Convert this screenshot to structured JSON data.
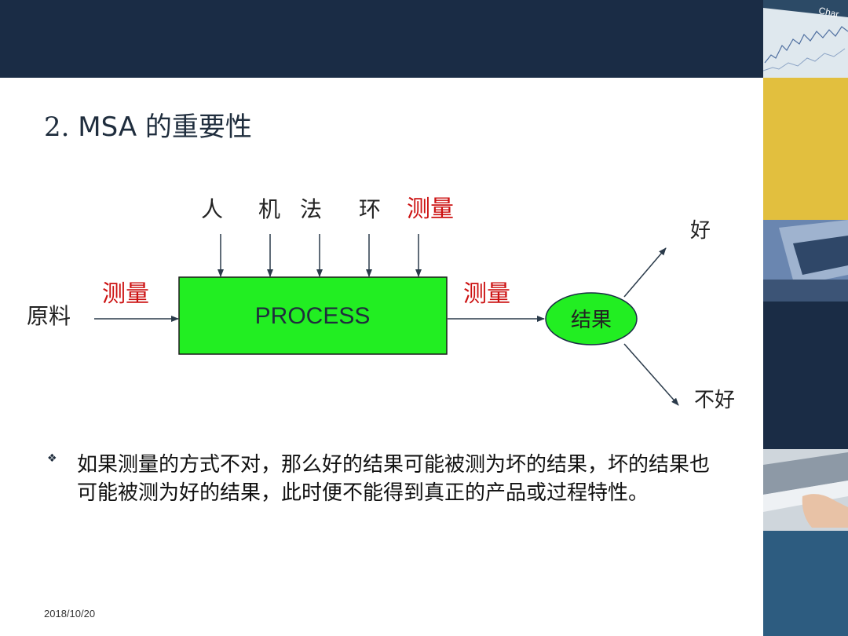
{
  "slide": {
    "title_number": "2.",
    "title_text": "MSA 的重要性",
    "bullet_symbol": "❖",
    "bullet_text": "如果测量的方式不对，那么好的结果可能被测为坏的结果，坏的结果也可能被测为好的结果，此时便不能得到真正的产品或过程特性。",
    "date": "2018/10/20"
  },
  "diagram": {
    "inputs": [
      "人",
      "机",
      "法",
      "环",
      "测量"
    ],
    "raw_material": "原料",
    "measure_in": "测量",
    "process": "PROCESS",
    "measure_out": "测量",
    "result": "结果",
    "good": "好",
    "bad": "不好"
  },
  "colors": {
    "header": "#1a2c45",
    "process_fill": "#22ee22",
    "result_fill": "#22ee22",
    "measure_red": "#cc1111",
    "sidebar_yellow": "#e2bf3e",
    "sidebar_navy": "#1a2c45",
    "sidebar_blue": "#2d5c80"
  }
}
